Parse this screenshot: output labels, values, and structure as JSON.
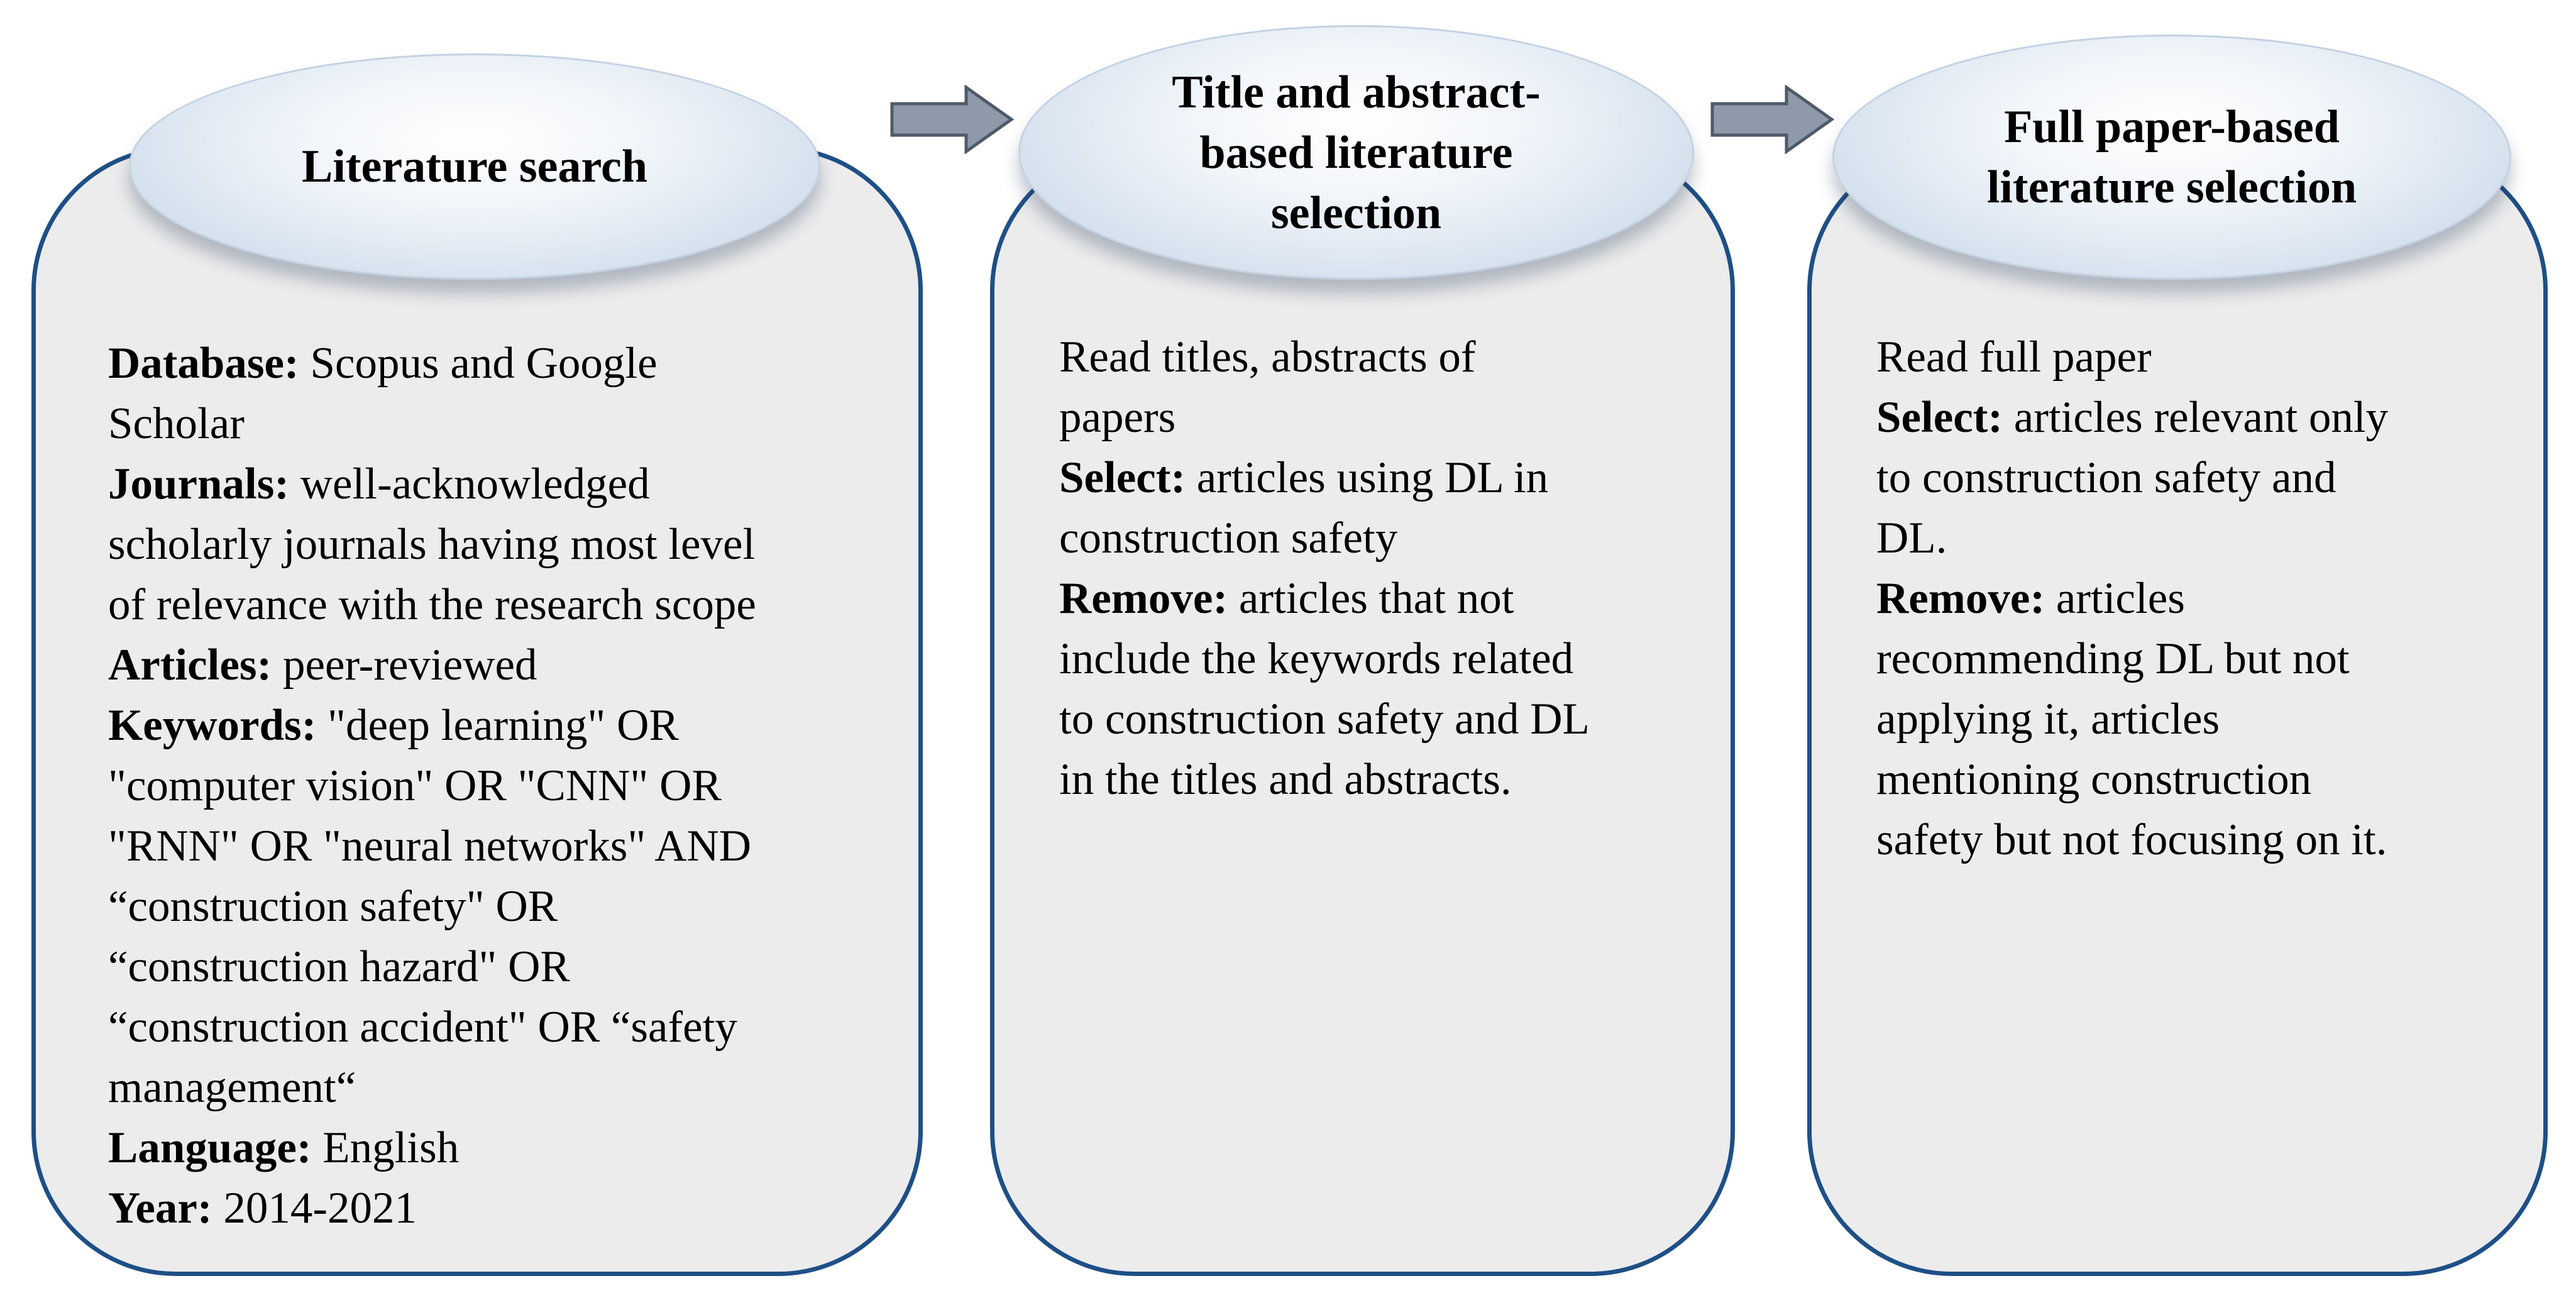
{
  "diagram": {
    "stages": [
      {
        "title_lines": [
          "Literature search"
        ],
        "lines": [
          {
            "label": "Database:",
            "text": " Scopus and Google"
          },
          {
            "label": "",
            "text": "Scholar"
          },
          {
            "label": "Journals:",
            "text": " well-acknowledged"
          },
          {
            "label": "",
            "text": "scholarly journals having most level"
          },
          {
            "label": "",
            "text": "of relevance with the research scope"
          },
          {
            "label": "Articles:",
            "text": " peer-reviewed"
          },
          {
            "label": "Keywords:",
            "text": " \"deep learning\" OR"
          },
          {
            "label": "",
            "text": "\"computer vision\" OR \"CNN\" OR"
          },
          {
            "label": "",
            "text": "\"RNN\" OR \"neural networks\" AND"
          },
          {
            "label": "",
            "text": "“construction safety\" OR"
          },
          {
            "label": "",
            "text": "“construction hazard\" OR"
          },
          {
            "label": "",
            "text": "“construction accident\" OR “safety"
          },
          {
            "label": "",
            "text": "management“"
          },
          {
            "label": "Language:",
            "text": " English"
          },
          {
            "label": "Year:",
            "text": " 2014-2021"
          }
        ]
      },
      {
        "title_lines": [
          "Title and abstract-",
          "based literature",
          "selection"
        ],
        "lines": [
          {
            "label": "",
            "text": "Read titles, abstracts of"
          },
          {
            "label": "",
            "text": "papers"
          },
          {
            "label": "Select:",
            "text": " articles using DL in"
          },
          {
            "label": "",
            "text": "construction safety"
          },
          {
            "label": "Remove:",
            "text": " articles that not"
          },
          {
            "label": "",
            "text": "include the keywords related"
          },
          {
            "label": "",
            "text": "to construction safety and DL"
          },
          {
            "label": "",
            "text": "in the titles and abstracts."
          }
        ]
      },
      {
        "title_lines": [
          "Full paper-based",
          "literature selection"
        ],
        "lines": [
          {
            "label": "",
            "text": "Read full paper"
          },
          {
            "label": "Select:",
            "text": " articles relevant only"
          },
          {
            "label": "",
            "text": "to construction safety and"
          },
          {
            "label": "",
            "text": "DL."
          },
          {
            "label": "Remove:",
            "text": " articles"
          },
          {
            "label": "",
            "text": "recommending DL but not"
          },
          {
            "label": "",
            "text": "applying it,  articles"
          },
          {
            "label": "",
            "text": "mentioning construction"
          },
          {
            "label": "",
            "text": "safety but not focusing on it."
          }
        ]
      }
    ],
    "colors": {
      "panel_fill": "#ececed",
      "panel_border": "#1e4f86",
      "ellipse_fill": "#d8e3ef",
      "arrow_fill": "#8e9aaa",
      "arrow_stroke": "#4e5a68"
    }
  }
}
